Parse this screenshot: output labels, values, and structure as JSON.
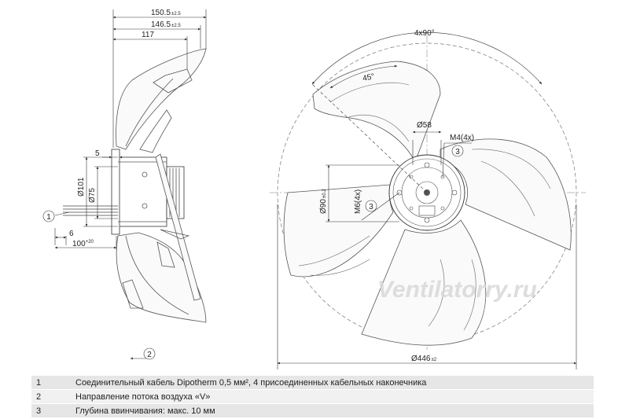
{
  "dimensions": {
    "overall_depth": "150.5",
    "overall_depth_tol": "±2.5",
    "blade_depth": "146.5",
    "blade_depth_tol": "±2.5",
    "hub_depth": "117",
    "flange_offset": "5",
    "motor_diameter": "Ø101",
    "shaft_diameter": "Ø75",
    "cable_offset": "6",
    "cable_length": "100",
    "cable_length_tol": "+20",
    "angle_pattern": "4x90°",
    "angle_45": "45°",
    "inner_bolt_circle": "Ø58",
    "inner_thread": "M4(4x)",
    "outer_bolt_circle": "Ø90",
    "outer_bolt_circle_tol": "±0.2",
    "outer_thread": "M6(4x)",
    "fan_diameter": "Ø446",
    "fan_diameter_tol": "±2"
  },
  "callouts": {
    "cable": "1",
    "airflow": "2",
    "screw_depth_a": "3",
    "screw_depth_b": "3"
  },
  "watermark": "Ventilatorry.ru",
  "legend": [
    {
      "num": "1",
      "text": "Соединительный кабель Dipotherm 0,5 мм², 4 присоединенных кабельных наконечника"
    },
    {
      "num": "2",
      "text": "Направление потока воздуха «V»"
    },
    {
      "num": "3",
      "text": "Глубина ввинчивания: макс. 10 мм"
    }
  ]
}
